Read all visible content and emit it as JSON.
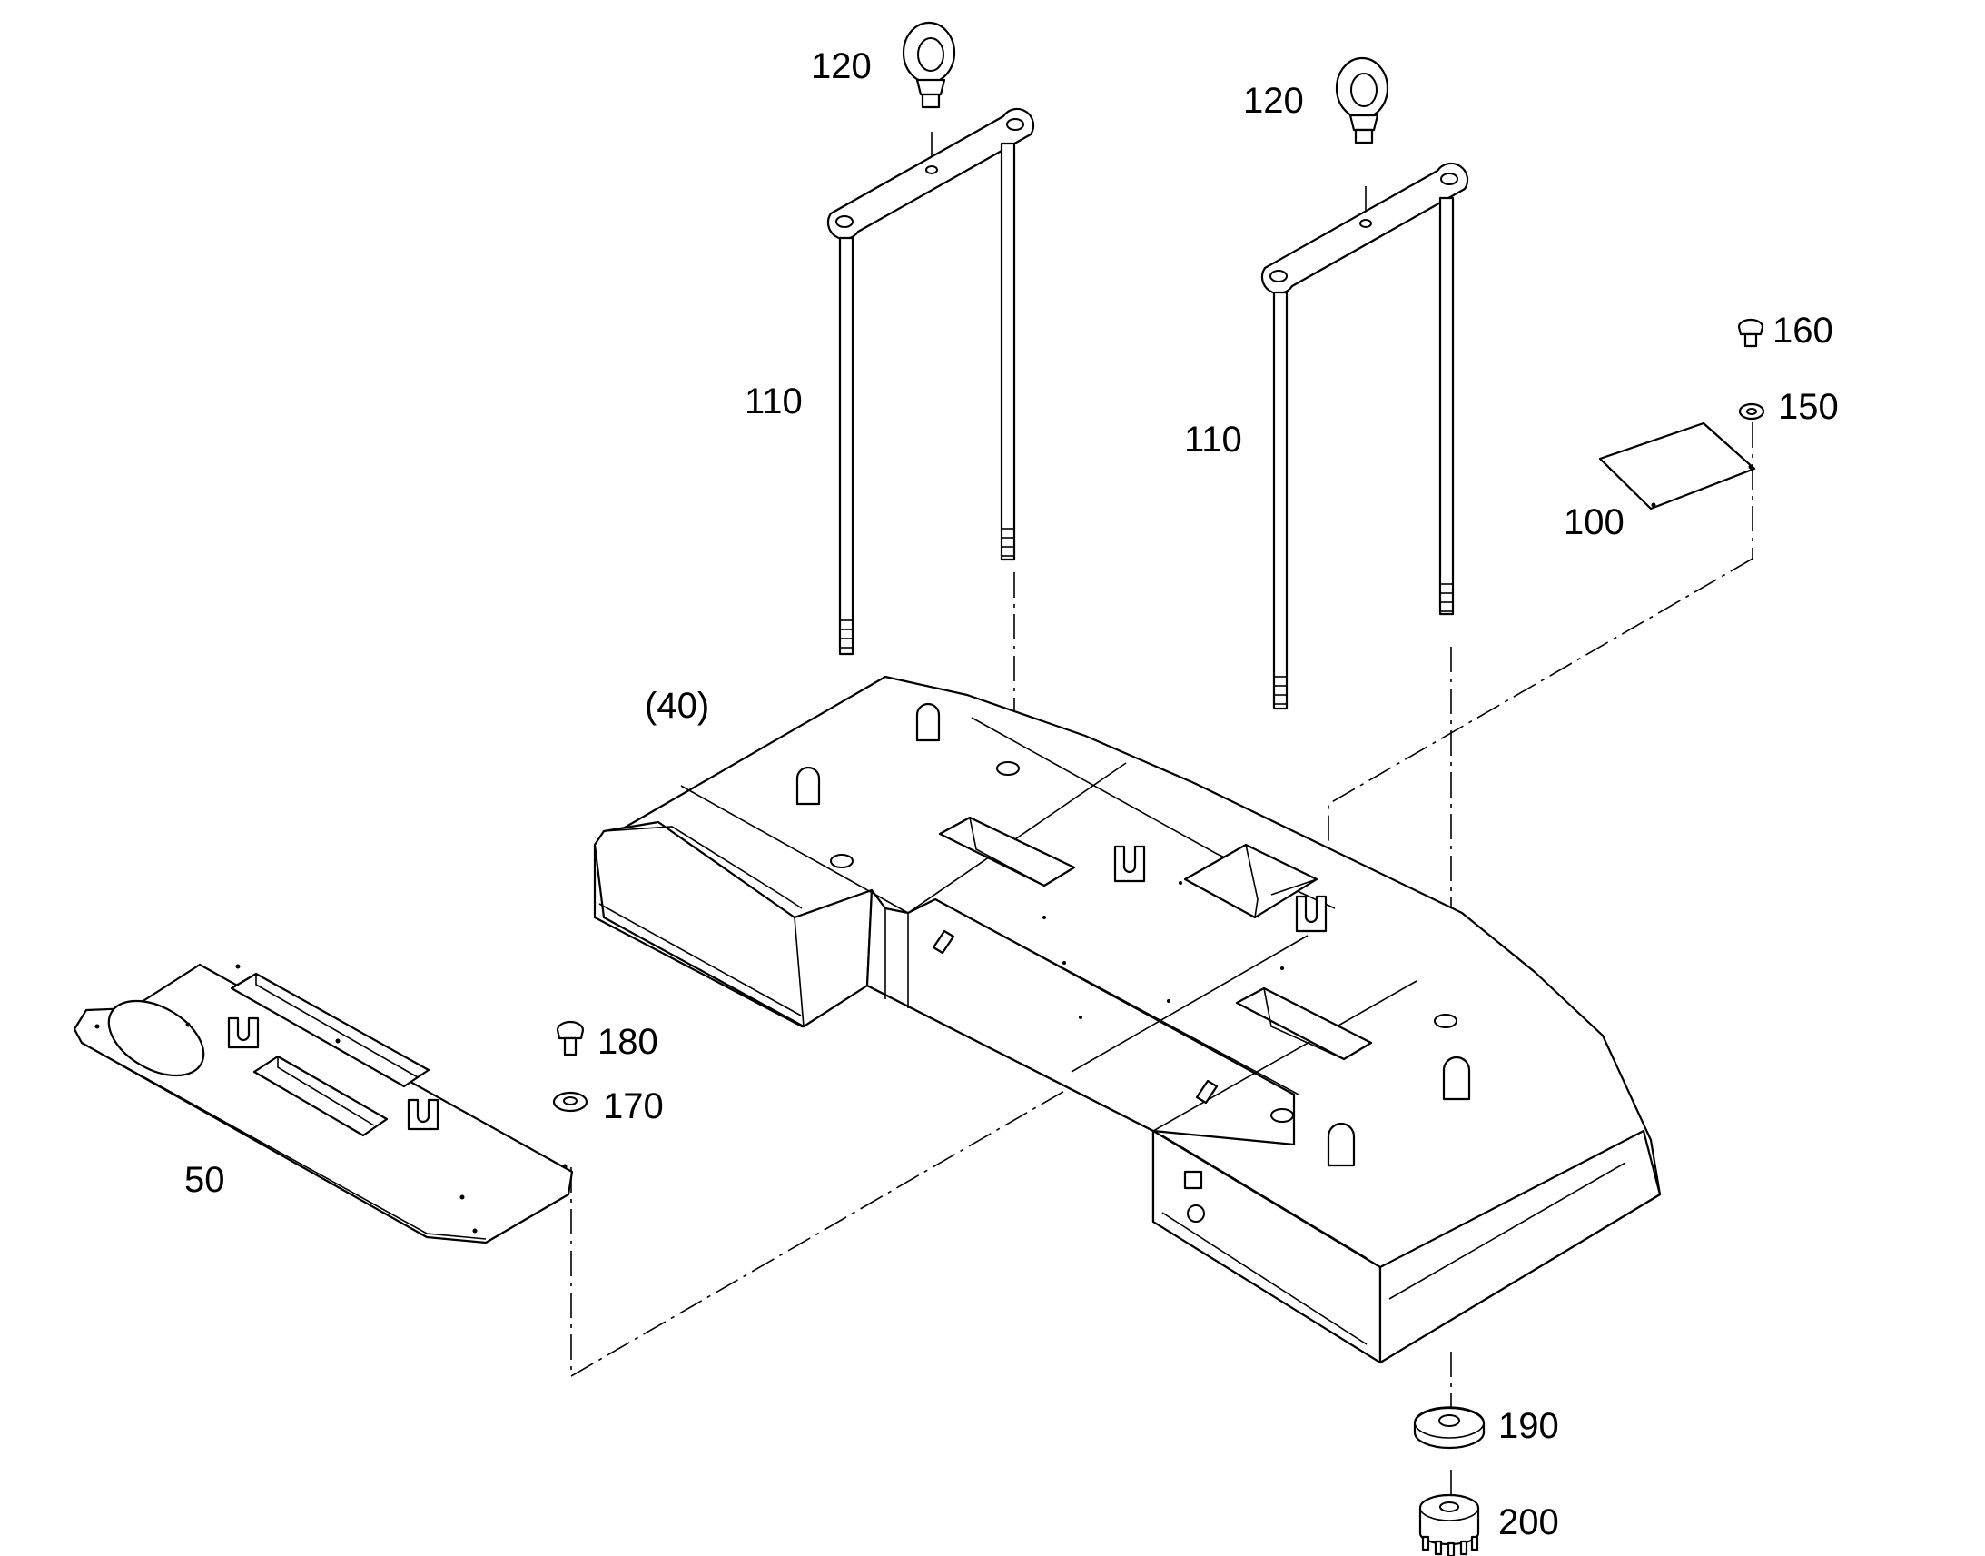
{
  "callouts": {
    "eyebolt_left": "120",
    "eyebolt_right": "120",
    "rod_frame_left": "110",
    "rod_frame_right": "110",
    "base_frame": "(40)",
    "cover_plate": "100",
    "screw_top": "160",
    "washer_top": "150",
    "floor_plate": "50",
    "screw_mid": "180",
    "washer_mid": "170",
    "washer_bottom": "190",
    "foot_bottom": "200"
  },
  "colors": {
    "line": "#000000",
    "background": "#ffffff"
  }
}
